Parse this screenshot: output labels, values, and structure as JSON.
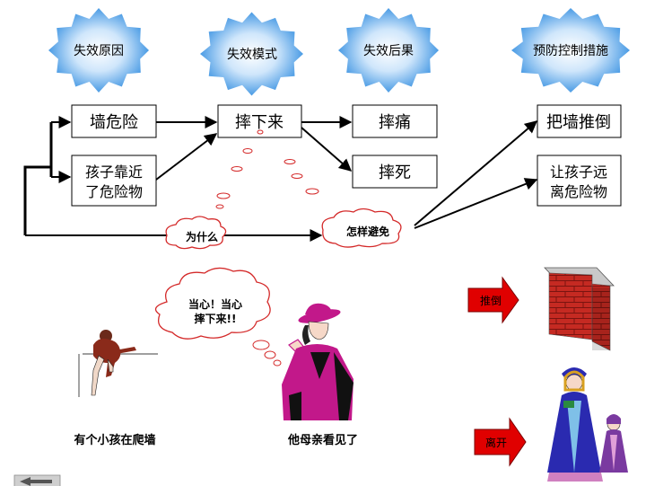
{
  "headers": [
    "失效原因",
    "失效模式",
    "失效后果",
    "预防控制措施"
  ],
  "causes": [
    "墙危险",
    "孩子靠近",
    "了危险物"
  ],
  "mode": "摔下来",
  "effects": [
    "摔痛",
    "摔死"
  ],
  "controls": [
    "把墙推倒",
    "让孩子远",
    "离危险物"
  ],
  "clouds": {
    "why": "为什么",
    "how": "怎样避免"
  },
  "speech": [
    "当心！当心",
    "摔下来!!"
  ],
  "captions": {
    "child": "有个小孩在爬墙",
    "mother": "他母亲看见了"
  },
  "arrows": {
    "push": "推倒",
    "away": "离开"
  },
  "icons": [
    "child-climbing-icon",
    "mother-icon",
    "brick-wall-icon",
    "mother-and-child-icon",
    "nav-back-icon"
  ],
  "colors": {
    "starburst": "#2f8ce0",
    "arrow": "#d40000",
    "magenta": "#c2188a",
    "brick": "#c52a22"
  }
}
